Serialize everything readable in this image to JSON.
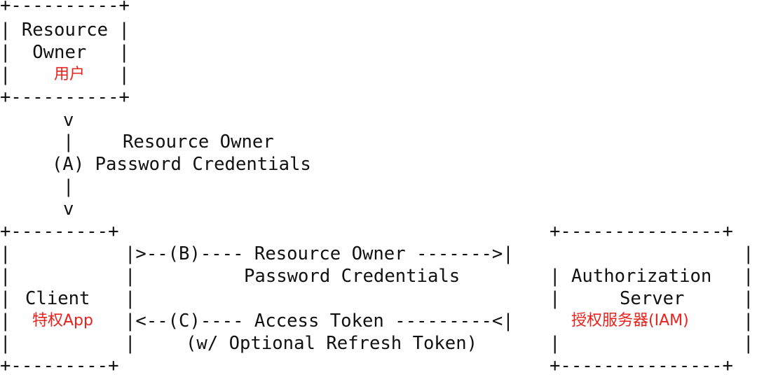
{
  "resource_owner": {
    "top_border": "+----------+",
    "line1": "| Resource |",
    "line2": "|  Owner   |",
    "line3": "|          |",
    "bottom_border": "+----------+",
    "zh_label": "用户"
  },
  "flow_a": {
    "arrow_top": "v",
    "bar1": "|",
    "label_line1": "Resource Owner",
    "label_line2": "(A) Password Credentials",
    "bar2": "|",
    "arrow_bottom": "v"
  },
  "client_box": {
    "top_border": "+---------+",
    "side": "|",
    "label": "Client",
    "bottom_border": "+---------+",
    "zh_label": "特权App"
  },
  "flow_b": {
    "line1": "|>--(B)---- Resource Owner ------->|",
    "line2": "Password Credentials",
    "bar": "|"
  },
  "flow_c": {
    "line1": "|<--(C)---- Access Token ---------<|",
    "line2": "(w/ Optional Refresh Token)",
    "bar": "|"
  },
  "auth_server": {
    "top_border": "+---------------+",
    "side": "|",
    "line1": "Authorization",
    "line2": "Server",
    "bottom_border": "+---------------+",
    "zh_label": "授权服务器(IAM)"
  }
}
